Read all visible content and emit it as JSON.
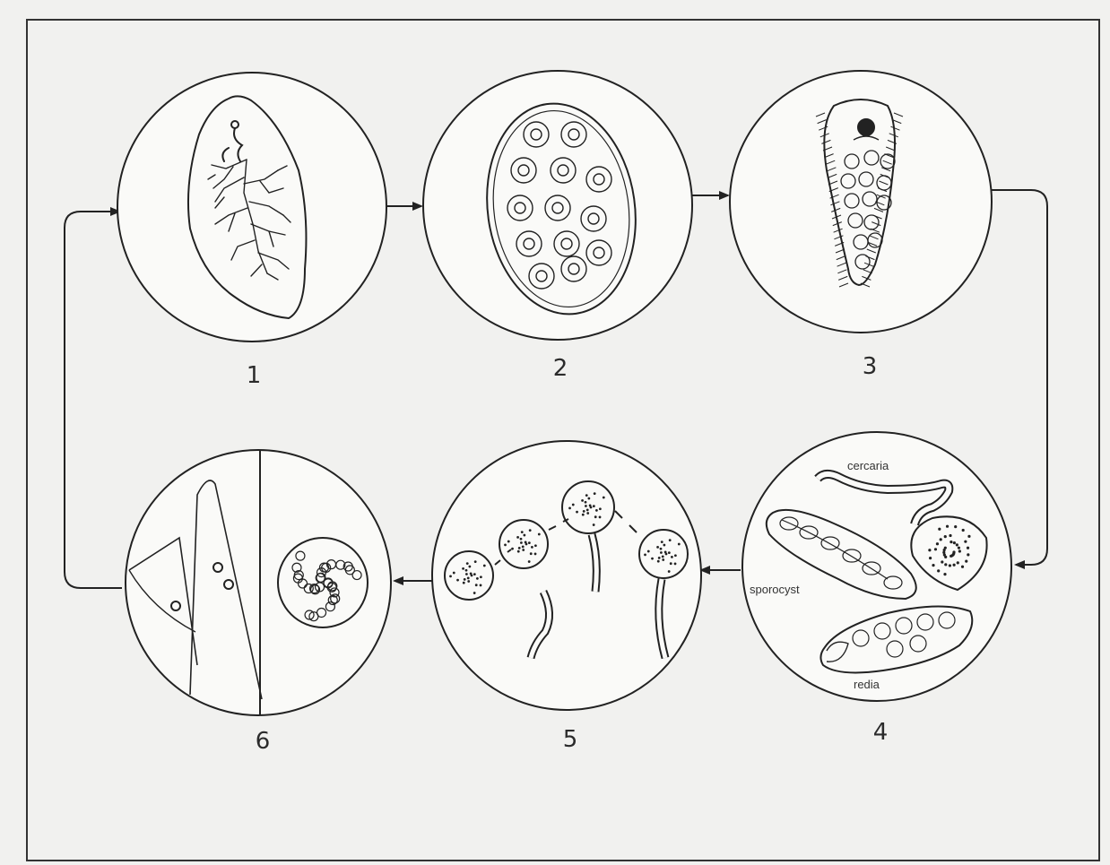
{
  "stages": [
    {
      "number": "1",
      "organ": "adult fluke"
    },
    {
      "number": "2",
      "organ": "egg"
    },
    {
      "number": "3",
      "organ": "miracidium"
    },
    {
      "number": "4",
      "organ": "larval stages in snail"
    },
    {
      "number": "5",
      "organ": "free cercariae encysting"
    },
    {
      "number": "6",
      "organ": "metacercaria on vegetation"
    }
  ],
  "labels": {
    "cercaria": "cercaria",
    "sporocyst": "sporocyst",
    "redia": "redia"
  },
  "colors": {
    "ink": "#222222",
    "paper": "#f1f1ef",
    "fill": "#fafaf8"
  }
}
